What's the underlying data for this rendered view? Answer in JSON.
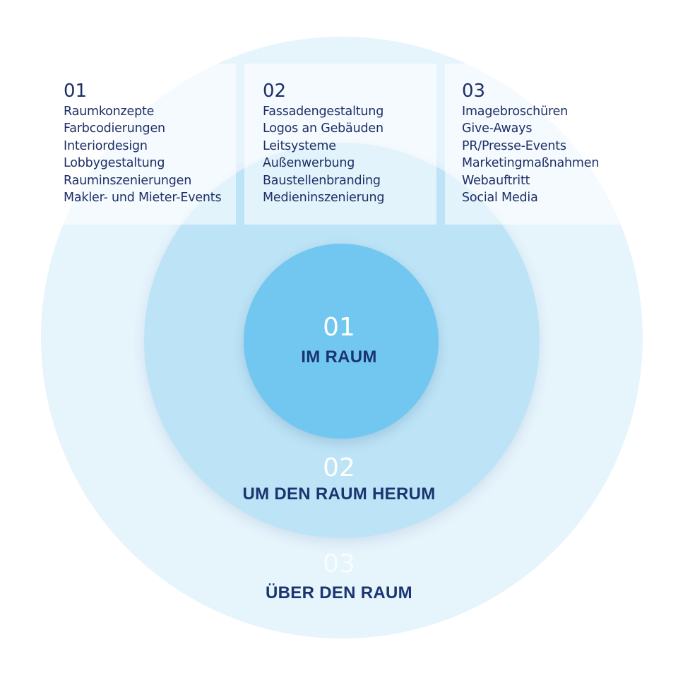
{
  "colors": {
    "outer_ring": "#e6f4fc",
    "middle_ring": "#bde3f6",
    "inner_circle": "#72c7f0",
    "text_dark_blue": "#1d2f66",
    "number_white": "#ffffff"
  },
  "categories": [
    {
      "number": "01",
      "items": [
        "Raumkonzepte",
        "Farbcodierungen",
        "Interiordesign",
        "Lobbygestaltung",
        "Rauminszenierungen",
        "Makler- und Mieter-Events"
      ]
    },
    {
      "number": "02",
      "items": [
        "Fassadengestaltung",
        "Logos an Gebäuden",
        "Leitsysteme",
        "Außenwerbung",
        "Baustellenbranding",
        "Medieninszenierung"
      ]
    },
    {
      "number": "03",
      "items": [
        "Imagebroschüren",
        "Give-Aways",
        "PR/Presse-Events",
        "Marketingmaßnahmen",
        "Webauftritt",
        "Social Media"
      ]
    }
  ],
  "rings": [
    {
      "number": "01",
      "title": "IM RAUM"
    },
    {
      "number": "02",
      "title": "UM DEN RAUM HERUM"
    },
    {
      "number": "03",
      "title": "ÜBER DEN RAUM"
    }
  ]
}
